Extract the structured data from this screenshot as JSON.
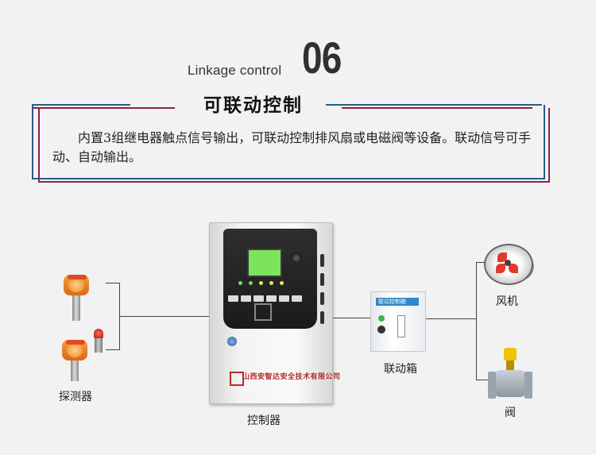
{
  "header": {
    "subtitle": "Linkage control",
    "number": "06",
    "title": "可联动控制"
  },
  "description": "内置3组继电器触点信号输出，可联动控制排风扇或电磁阀等设备。联动信号可手动、自动输出。",
  "diagram": {
    "detector_label": "探测器",
    "controller_label": "控制器",
    "controller_brand": "山西安智达安全技术有限公司",
    "linkage_box_label": "联动箱",
    "linkage_box_panel_text": "联动控制箱",
    "fan_label": "风机",
    "valve_label": "阀"
  },
  "colors": {
    "blue_frame": "#2b5d8a",
    "red_frame": "#8d2145",
    "lcd_green": "#7de35a",
    "accent_red": "#b52a2a"
  }
}
